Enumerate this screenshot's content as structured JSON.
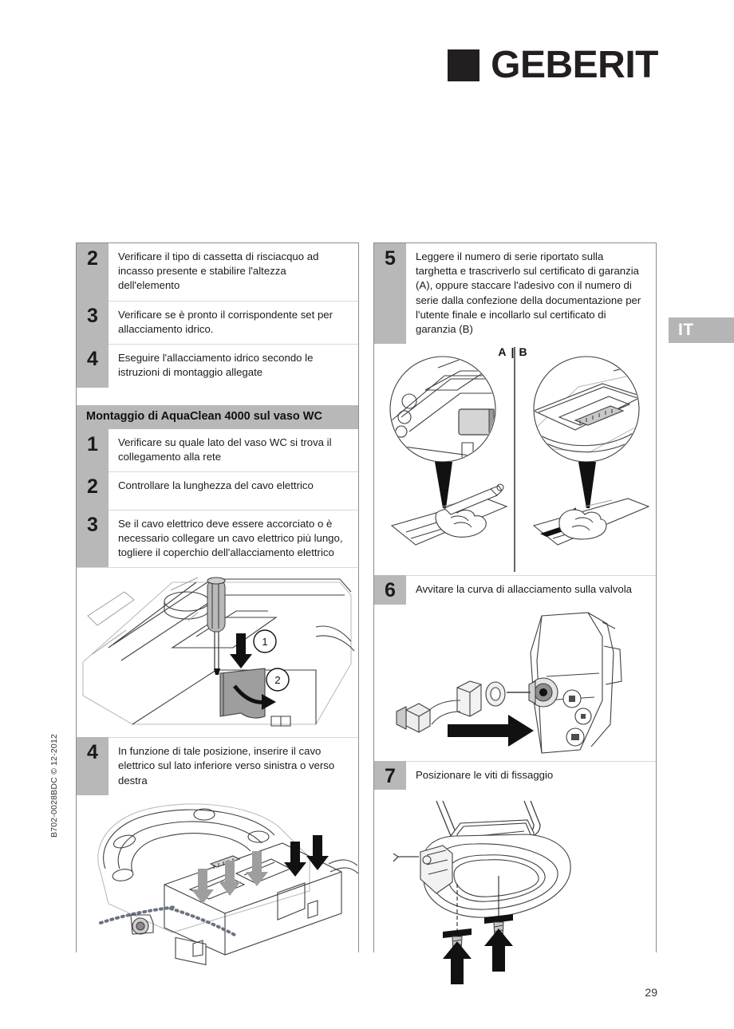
{
  "brand": {
    "name": "GEBERIT",
    "square_icon": "black-square-logo-mark",
    "color": "#231f20"
  },
  "language_tab": {
    "label": "IT",
    "background": "#b5b5b5",
    "text_color": "#ffffff"
  },
  "left_column": {
    "top_block": {
      "steps": [
        {
          "number": "2",
          "text": "Verificare il tipo di cassetta di risciacquo ad incasso presente e stabilire l'altezza dell'elemento"
        },
        {
          "number": "3",
          "text": "Verificare se è pronto il corrispondente set per allacciamento idrico."
        },
        {
          "number": "4",
          "text": "Eseguire l'allacciamento idrico secondo le istruzioni di montaggio allegate"
        }
      ]
    },
    "section": {
      "heading": "Montaggio di AquaClean 4000 sul vaso WC",
      "steps": [
        {
          "number": "1",
          "text": "Verificare su quale lato del vaso WC si trova il collegamento alla rete"
        },
        {
          "number": "2",
          "text": "Controllare la lunghezza del cavo elettrico"
        },
        {
          "number": "3",
          "text": "Se il cavo elettrico deve essere accorciato o è necessario collegare un cavo elettrico più lungo, togliere il coperchio dell'allacciamento elettrico"
        }
      ]
    },
    "figure_step3": {
      "name": "screwdriver-opening-electrical-cover-illustration",
      "callouts": [
        "1",
        "2"
      ]
    },
    "step4": {
      "number": "4",
      "text": "In funzione di tale posizione, inserire il cavo elettrico sul lato inferiore verso sinistra o verso destra"
    },
    "figure_step4": {
      "name": "wc-unit-cable-insertion-illustration"
    }
  },
  "right_column": {
    "step5": {
      "number": "5",
      "text": "Leggere il numero di serie riportato sulla targhetta e trascriverlo sul certificato di garanzia (A), oppure staccare l'adesivo con il numero di serie dalla confezione della documentazione per l'utente finale e incollarlo sul certificato di garanzia (B)"
    },
    "figure_step5": {
      "name": "serial-number-transfer-illustration",
      "label_a": "A",
      "label_b": "B",
      "divider": "|"
    },
    "step6": {
      "number": "6",
      "text": "Avvitare la curva di allacciamento sulla valvola"
    },
    "figure_step6": {
      "name": "connection-elbow-to-valve-illustration"
    },
    "step7": {
      "number": "7",
      "text": "Posizionare le viti di fissaggio"
    },
    "figure_step7": {
      "name": "fixing-screws-placement-illustration"
    }
  },
  "footer": {
    "document_code": "B702-0028BDC © 12-2012",
    "page_number": "29"
  }
}
